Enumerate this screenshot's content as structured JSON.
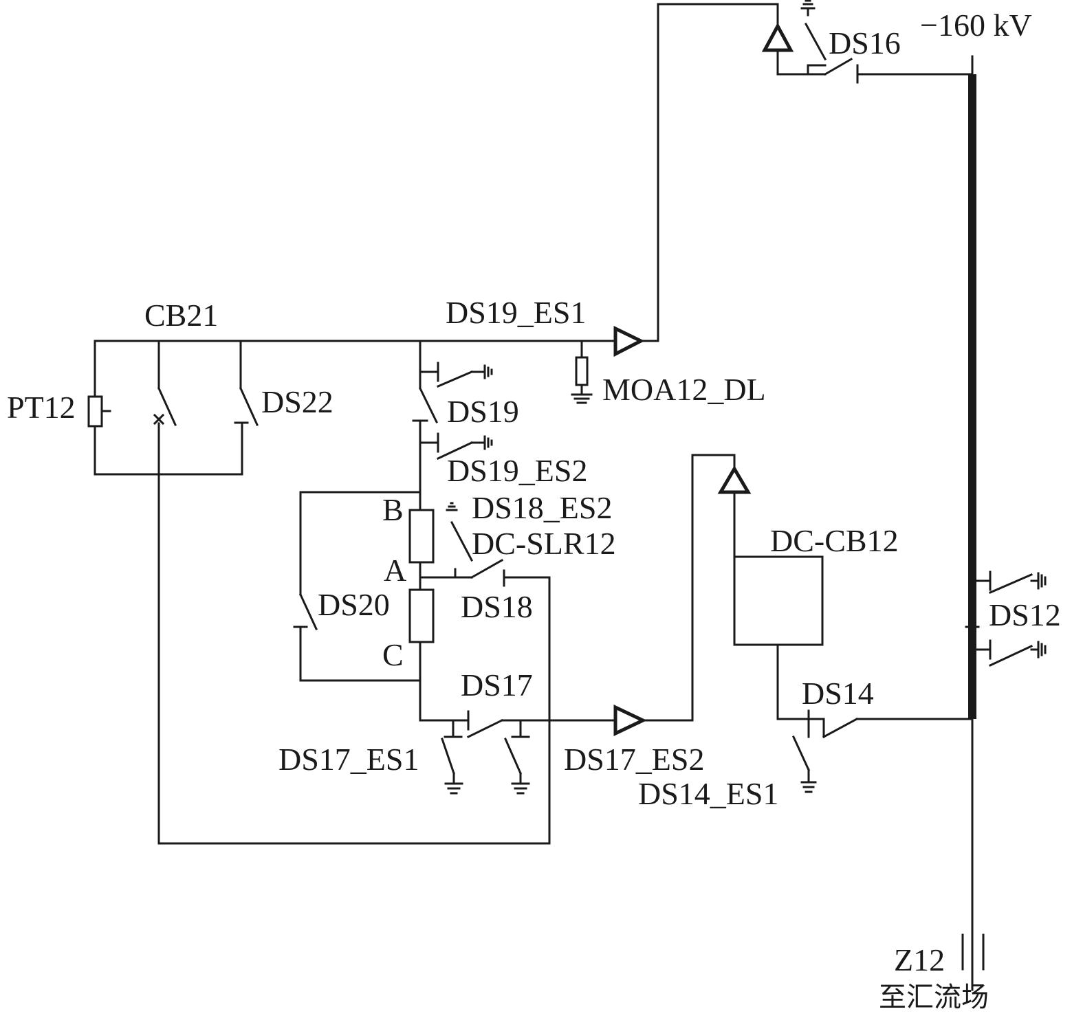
{
  "labels": {
    "voltage": "−160 kV",
    "ds16": "DS16",
    "cb21": "CB21",
    "ds19_es1": "DS19_ES1",
    "moa12_dl": "MOA12_DL",
    "pt12": "PT12",
    "ds22": "DS22",
    "ds19": "DS19",
    "ds19_es2": "DS19_ES2",
    "b": "B",
    "ds18_es2": "DS18_ES2",
    "dc_slr12": "DC-SLR12",
    "a": "A",
    "ds18": "DS18",
    "ds20": "DS20",
    "c": "C",
    "ds17": "DS17",
    "ds17_es1": "DS17_ES1",
    "ds17_es2": "DS17_ES2",
    "dc_cb12": "DC-CB12",
    "ds14": "DS14",
    "ds14_es1": "DS14_ES1",
    "ds12": "DS12",
    "z12": "Z12",
    "to_converter": "至汇流场"
  },
  "colors": {
    "line": "#1a1a1a",
    "background": "#ffffff"
  }
}
